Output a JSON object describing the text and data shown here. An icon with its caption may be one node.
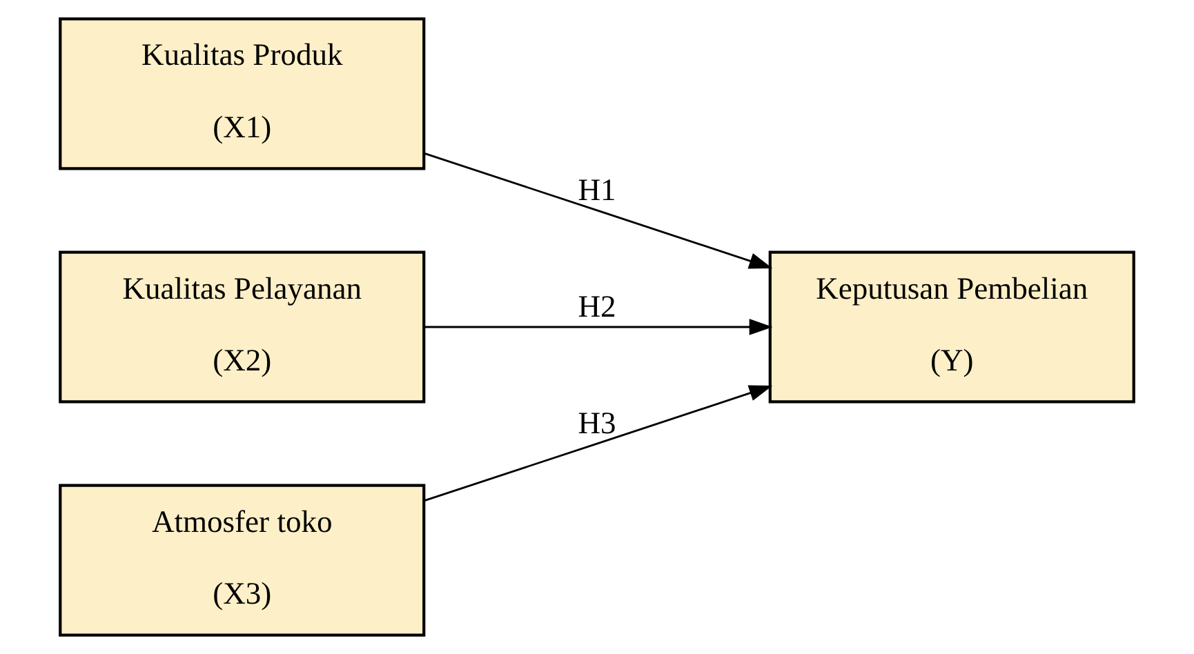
{
  "diagram": {
    "nodes": [
      {
        "text": [
          "Kualitas Produk",
          "(X1)"
        ]
      },
      {
        "text": [
          "Kualitas Pelayanan",
          "(X2)"
        ]
      },
      {
        "text": [
          "Atmosfer toko",
          "(X3)"
        ]
      },
      {
        "text": [
          "Keputusan Pembelian",
          "(Y)"
        ]
      }
    ],
    "edges": [
      {
        "from": 0,
        "to": 3,
        "arrow": "to",
        "label": "H1"
      },
      {
        "from": 1,
        "to": 3,
        "arrow": "to",
        "label": "H2"
      },
      {
        "from": 2,
        "to": 3,
        "arrow": "to",
        "label": "H3"
      }
    ]
  }
}
